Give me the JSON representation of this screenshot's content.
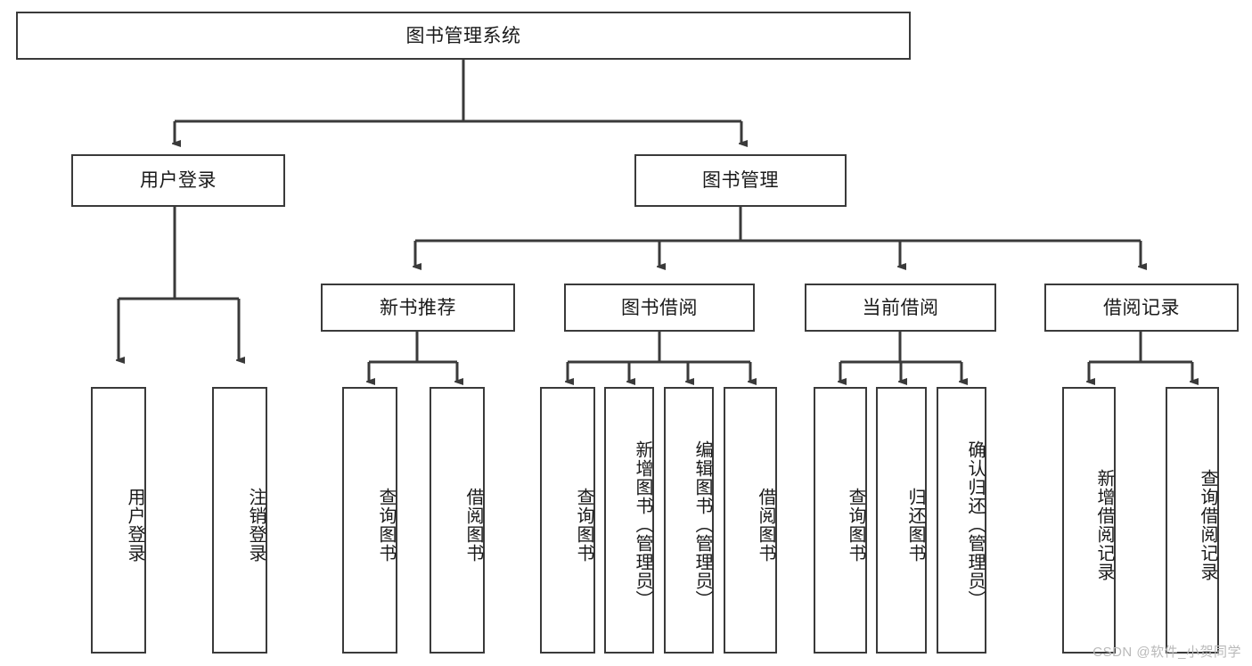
{
  "diagram": {
    "title": "图书管理系统",
    "type": "tree",
    "watermark": "CSDN @软件_小贺同学",
    "colors": {
      "box_border": "#3a3a3a",
      "box_fill": "#ffffff",
      "connector": "#3a3a3a",
      "text": "#1a1a1a",
      "watermark": "#b9b9b9",
      "background": "#ffffff"
    },
    "levels": {
      "root": {
        "label": "图书管理系统"
      },
      "level2": [
        {
          "label": "用户登录"
        },
        {
          "label": "图书管理"
        }
      ],
      "level3": [
        {
          "label": "新书推荐"
        },
        {
          "label": "图书借阅"
        },
        {
          "label": "当前借阅"
        },
        {
          "label": "借阅记录"
        }
      ],
      "leaves": {
        "user_login": [
          {
            "label": "用户登录"
          },
          {
            "label": "注销登录"
          }
        ],
        "new_book_recommend": [
          {
            "label": "查询图书"
          },
          {
            "label": "借阅图书"
          }
        ],
        "book_borrow": [
          {
            "label": "查询图书"
          },
          {
            "label": "新增图书（管理员）"
          },
          {
            "label": "编辑图书（管理员）"
          },
          {
            "label": "借阅图书"
          }
        ],
        "current_borrow": [
          {
            "label": "查询图书"
          },
          {
            "label": "归还图书"
          },
          {
            "label": "确认归还（管理员）"
          }
        ],
        "borrow_record": [
          {
            "label": "新增借阅记录"
          },
          {
            "label": "查询借阅记录"
          }
        ]
      }
    }
  }
}
